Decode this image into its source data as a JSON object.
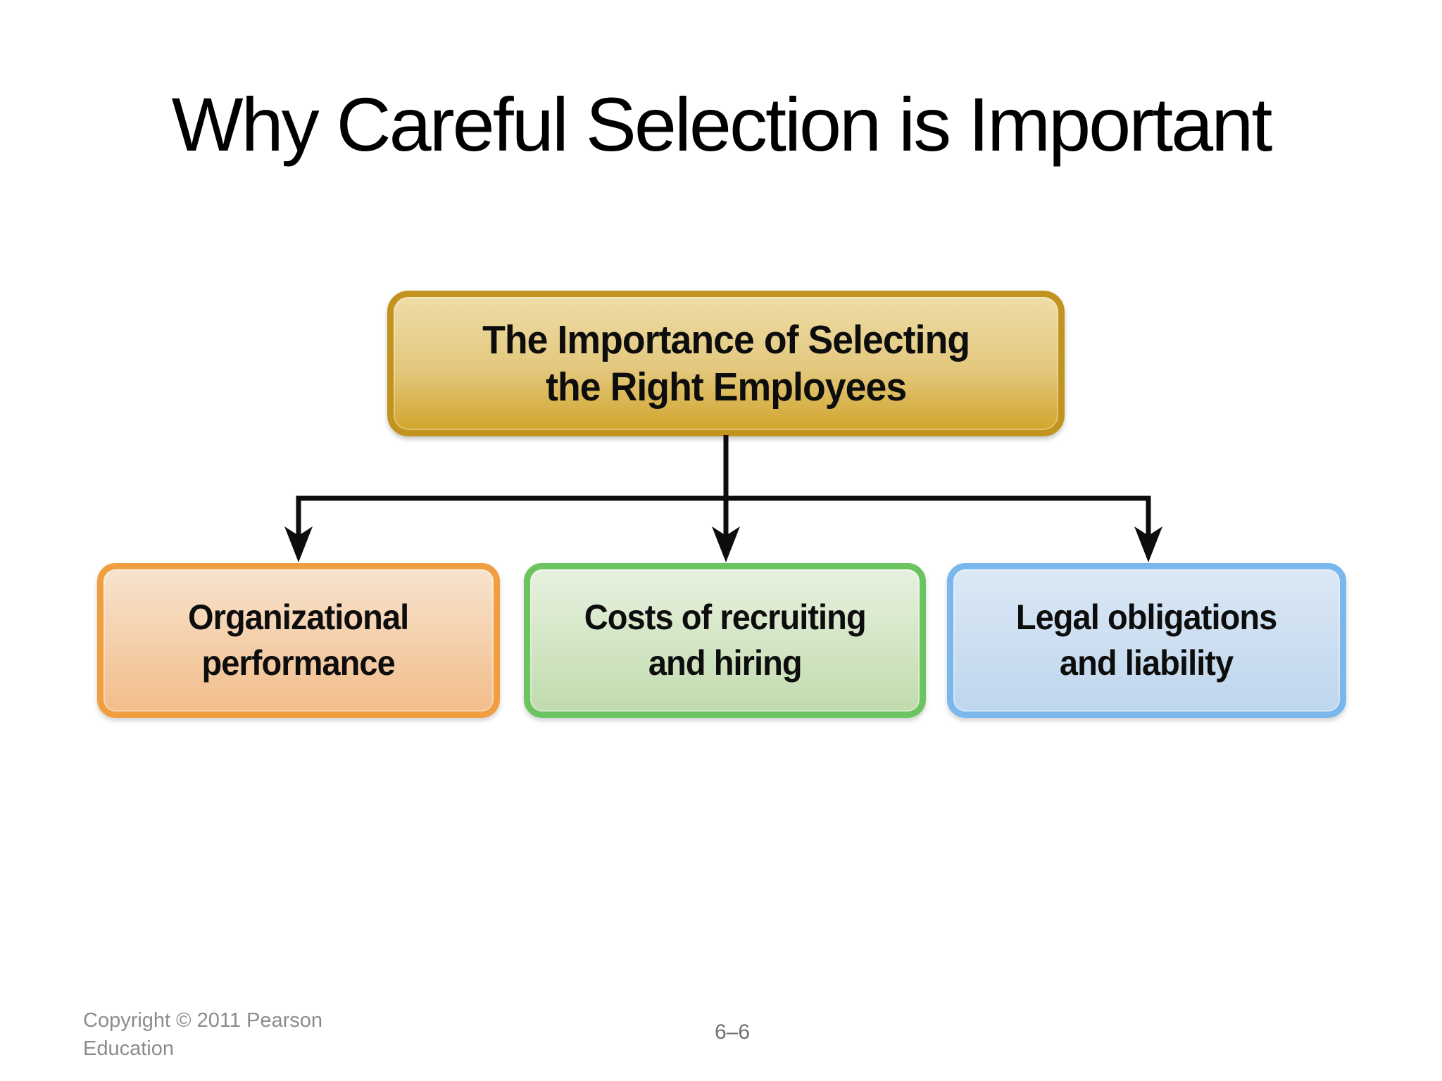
{
  "slide": {
    "title": "Why Careful Selection is Important",
    "footer_copyright": "Copyright © 2011 Pearson Education",
    "page_number": "6–6",
    "background_color": "#FFFFFF",
    "title_color": "#000000",
    "footer_color": "#8C8C8C"
  },
  "diagram": {
    "connector_color": "#0D0D0D",
    "text_color": "#0D0D0D",
    "root": {
      "lines": [
        "The Importance of Selecting",
        "the Right Employees"
      ],
      "border_color": "#C2931E",
      "fill_top": "#EEDDA8",
      "fill_bottom": "#D1A52C"
    },
    "children": [
      {
        "lines": [
          "Organizational",
          "performance"
        ],
        "border_color": "#F09E40",
        "fill_top": "#F8E3CE",
        "fill_bottom": "#F1BD8A"
      },
      {
        "lines": [
          "Costs of recruiting",
          "and hiring"
        ],
        "border_color": "#6CC460",
        "fill_top": "#E8F1E0",
        "fill_bottom": "#C0DBAD"
      },
      {
        "lines": [
          "Legal obligations",
          "and liability"
        ],
        "border_color": "#7AB7EC",
        "fill_top": "#DCE8F5",
        "fill_bottom": "#BED6ED"
      }
    ]
  }
}
